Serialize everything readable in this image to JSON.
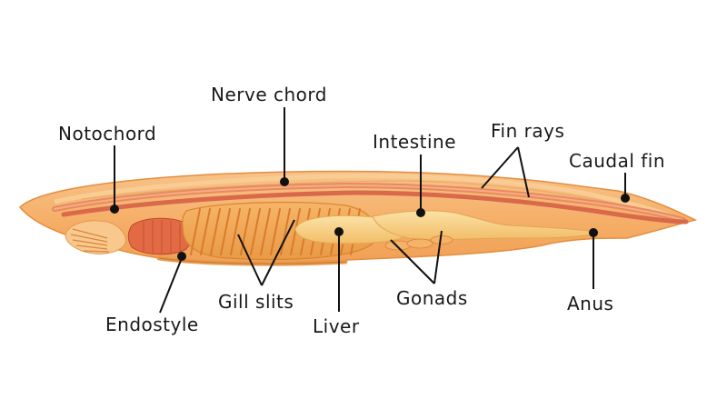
{
  "diagram": {
    "labels": {
      "nerve_chord": "Nerve chord",
      "notochord": "Notochord",
      "intestine": "Intestine",
      "fin_rays": "Fin rays",
      "caudal_fin": "Caudal fin",
      "gill_slits": "Gill slits",
      "endostyle": "Endostyle",
      "liver": "Liver",
      "gonads": "Gonads",
      "anus": "Anus"
    },
    "colors": {
      "skin": "#f6b877",
      "skin_edge": "#e58d3e",
      "muscle_band": "#e98a5e",
      "notochord_rod": "#d9694a",
      "pharynx": "#f3a24c",
      "gill_bar": "#d97b2c",
      "gut": "#f8cf7c",
      "oral_hood": "#e26a45"
    }
  }
}
